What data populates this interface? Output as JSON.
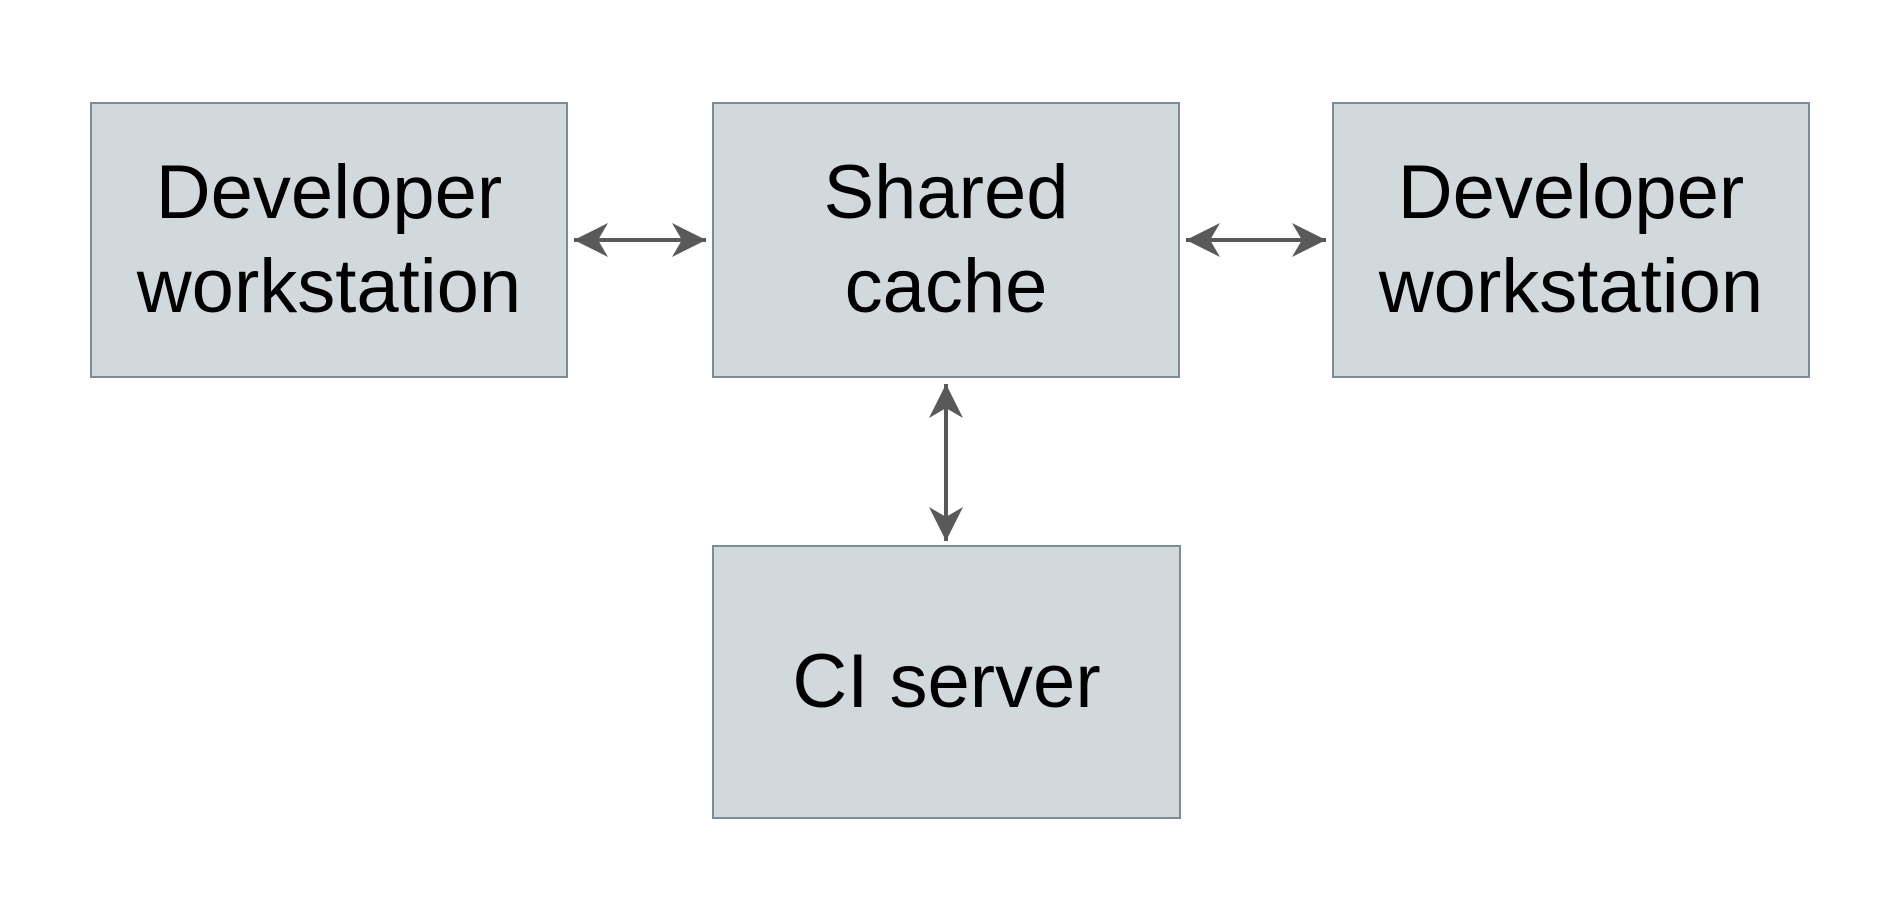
{
  "diagram": {
    "background": "#ffffff",
    "nodes": {
      "dev_left": {
        "id": "developer-workstation-left",
        "line1": "Developer",
        "line2": "workstation"
      },
      "cache": {
        "id": "shared-cache",
        "line1": "Shared",
        "line2": "cache"
      },
      "dev_right": {
        "id": "developer-workstation-right",
        "line1": "Developer",
        "line2": "workstation"
      },
      "ci": {
        "id": "ci-server",
        "line1": "CI server"
      }
    },
    "edges": [
      {
        "from": "developer-workstation-left",
        "to": "shared-cache",
        "direction": "bidirectional"
      },
      {
        "from": "shared-cache",
        "to": "developer-workstation-right",
        "direction": "bidirectional"
      },
      {
        "from": "shared-cache",
        "to": "ci-server",
        "direction": "bidirectional"
      }
    ],
    "colors": {
      "node_fill": "#d2d9dd",
      "node_border": "#7c8b96",
      "arrow": "#595959",
      "text": "#000000",
      "background": "#ffffff"
    }
  }
}
